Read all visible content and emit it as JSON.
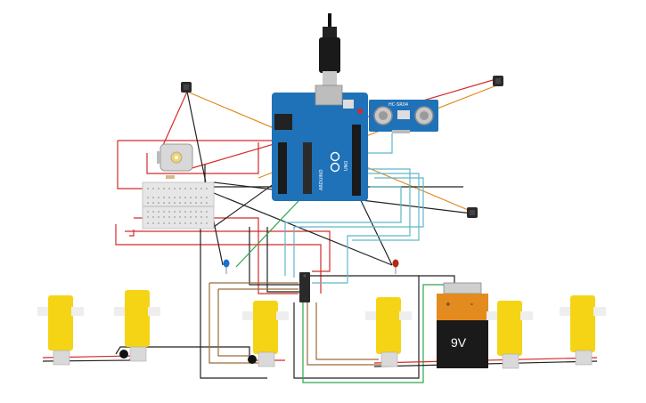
{
  "canvas": {
    "title": "",
    "components": {
      "arduino": {
        "name": "Arduino Uno",
        "brand_text": "UNO",
        "logo_text": "ARDUINO"
      },
      "ultrasonic": {
        "name": "Ultrasonic distance sensor",
        "model_text": "HC-SR04"
      },
      "battery": {
        "name": "9V battery",
        "label": "9V",
        "plus": "+",
        "minus": "-"
      },
      "motor_driver": {
        "name": "Motor driver IC"
      },
      "breadboard": {
        "name": "Mini breadboard"
      },
      "dc_motor": {
        "name": "DC motor"
      },
      "leds": [
        {
          "name": "Blue LED",
          "color": "#1a6fd1"
        },
        {
          "name": "Red LED",
          "color": "#b02a1a"
        }
      ],
      "ir_sensors": [
        {
          "name": "IR sensor 1"
        },
        {
          "name": "IR sensor 2"
        },
        {
          "name": "IR sensor 3"
        }
      ],
      "gear_motors": [
        {
          "name": "Gear motor 1"
        },
        {
          "name": "Gear motor 2"
        },
        {
          "name": "Gear motor 3"
        },
        {
          "name": "Gear motor 4"
        },
        {
          "name": "Gear motor 5"
        },
        {
          "name": "Gear motor 6"
        }
      ]
    },
    "colors": {
      "wire_red": "#d42a2a",
      "wire_black": "#222222",
      "wire_orange": "#e08a1e",
      "wire_teal": "#5fb8c8",
      "wire_green": "#2aa84a",
      "wire_brown": "#9a6a3a",
      "arduino_blue": "#1f72b8",
      "motor_yellow": "#f5d416"
    }
  }
}
